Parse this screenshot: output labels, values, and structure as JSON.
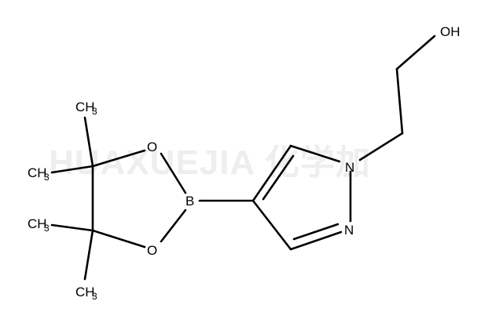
{
  "watermark": "HUAXUEJIA 化学加",
  "atoms": {
    "oh": "OH",
    "n1": "N",
    "n2": "N",
    "b": "B",
    "o_top": "O",
    "o_bottom": "O",
    "ch3_top": "CH",
    "ch3_left_upper": "CH",
    "ch3_left_lower": "CH",
    "ch3_bottom": "CH",
    "sub3": "3"
  }
}
